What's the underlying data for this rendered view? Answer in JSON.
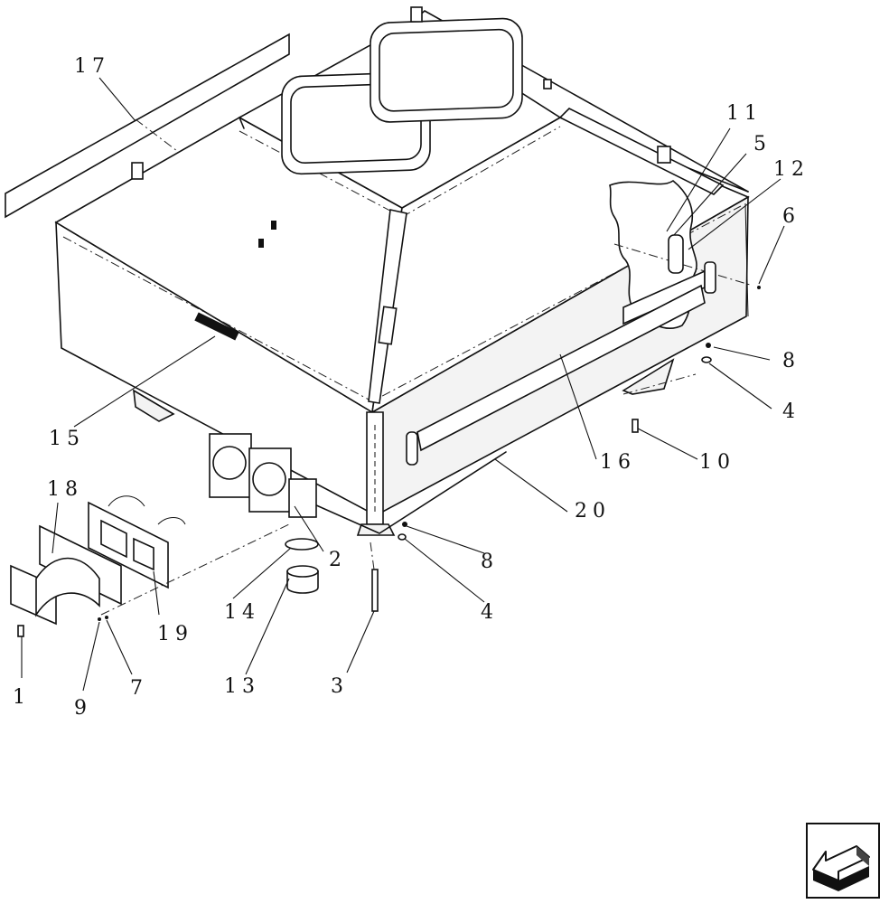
{
  "diagram": {
    "callouts": [
      "17",
      "11",
      "5",
      "12",
      "6",
      "8",
      "4",
      "15",
      "10",
      "16",
      "20",
      "18",
      "2",
      "8",
      "4",
      "14",
      "19",
      "13",
      "3",
      "1",
      "9",
      "7"
    ]
  },
  "nav": {
    "icon": "next-page-arrow-icon"
  }
}
